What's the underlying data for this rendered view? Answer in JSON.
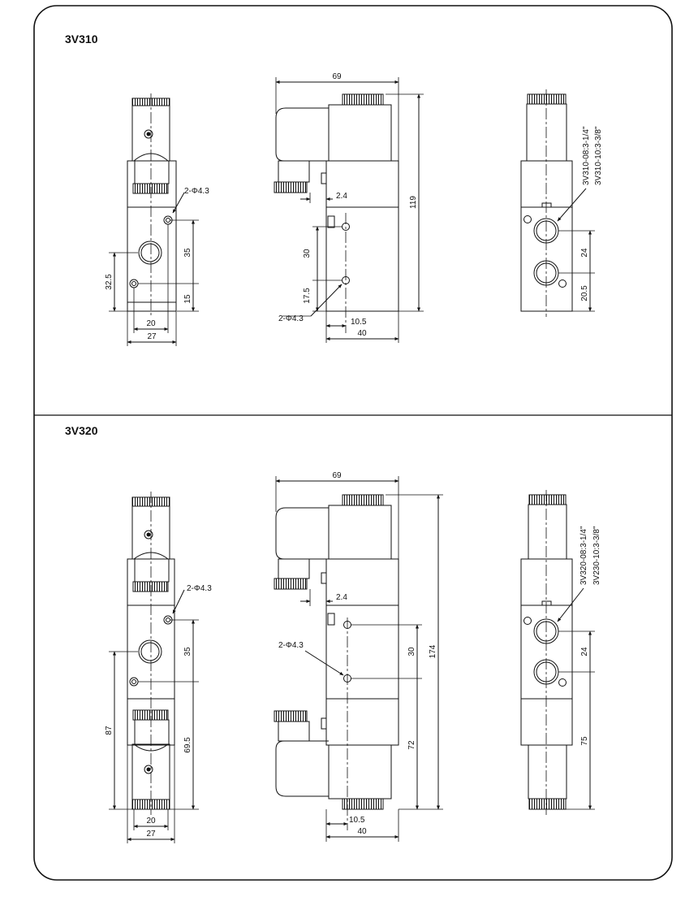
{
  "sections": [
    {
      "title": "3V310",
      "dims": {
        "front_hole": "2-Φ4.3",
        "front_35": "35",
        "front_15": "15",
        "front_32_5": "32.5",
        "front_20": "20",
        "front_27": "27",
        "side_69": "69",
        "side_119": "119",
        "side_2_4": "2.4",
        "side_30": "30",
        "side_17_5": "17.5",
        "side_hole": "2-Φ4.3",
        "side_10_5": "10.5",
        "side_40": "40",
        "port_1": "3V310-08:3-1/4\"",
        "port_2": "3V310-10:3-3/8\"",
        "rear_24": "24",
        "rear_20_5": "20.5"
      }
    },
    {
      "title": "3V320",
      "dims": {
        "front_hole": "2-Φ4.3",
        "front_35": "35",
        "front_87": "87",
        "front_69_5": "69.5",
        "front_20": "20",
        "front_27": "27",
        "side_69": "69",
        "side_2_4": "2.4",
        "side_hole": "2-Φ4.3",
        "side_30": "30",
        "side_174": "174",
        "side_72": "72",
        "side_10_5": "10.5",
        "side_40": "40",
        "port_1": "3V320-08:3-1/4\"",
        "port_2": "3V230-10:3-3/8\"",
        "rear_24": "24",
        "rear_75": "75"
      }
    }
  ]
}
